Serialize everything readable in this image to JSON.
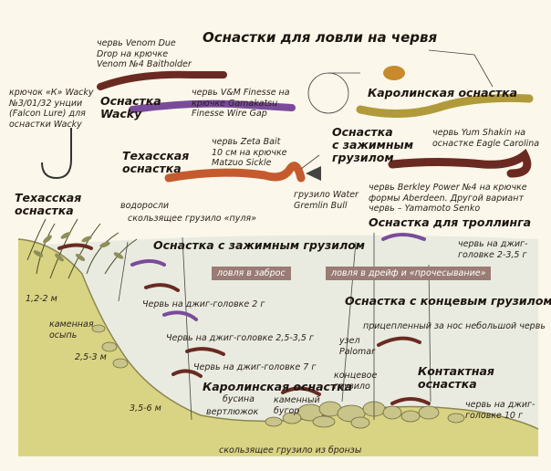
{
  "title": "Оснастки для ловли на червя",
  "rigs": {
    "wacky": "Оснастка\nWacky",
    "texas_top": "Техасская\nоснастка",
    "texas_left": "Техасская\nоснастка",
    "carolina_top": "Каролинская оснастка",
    "split_shot_top": "Оснастка\nс зажимным\nгрузилом",
    "trolling": "Оснастка для троллинга",
    "split_shot_mid": "Оснастка с зажимным грузилом",
    "drop_shot": "Оснастка с концевым грузилом",
    "contact": "Контактная\nоснастка",
    "carolina_bottom": "Каролинская оснастка"
  },
  "labels": {
    "venom": "червь Venom Due\nDrop на крючке\nVenom №4 Baitholder",
    "hook_wacky": "крючок «К» Wacky\n№3/01/32 унции\n(Falcon Lure) для\nоснастки Wacky",
    "vm_finesse": "червь V&M Finesse на\nкрючке Gamakatsu\nFinesse Wire Gap",
    "zeta_bait": "червь Zeta Bait\n10 см на крючке\nMatzuo Sickle",
    "yum_shakin": "червь Yum Shakin на\nоснастке Eagle Carolina",
    "berkley": "червь Berkley Power №4 на крючке\nформы Aberdeen. Другой вариант\nчервь – Yamamoto Senko",
    "water_gremlin": "грузило Water\nGremlin Bull",
    "weeds": "водоросли",
    "bullet_sinker": "скользящее грузило «пуля»",
    "jig_2_35": "червь на джиг-\nголовке 2-3,5 г",
    "jig_2": "Червь на джиг-головке 2 г",
    "jig_25_35": "Червь на джиг-головке 2,5-3,5 г",
    "jig_7": "Червь на джиг-головке 7 г",
    "nose_hooked": "прицепленный за нос небольшой червь",
    "palomar": "узел\nPalomar",
    "end_sinker": "концевое\nгрузило",
    "bead": "бусина",
    "swivel": "вертлюжок",
    "stone_bottom": "каменный\nбугор",
    "jig_10": "червь на джиг-\nголовке 10 г",
    "brass_sinker": "скользящее грузило из бронзы",
    "rocky_scree": "каменная\nосыпь"
  },
  "depths": [
    "1,2-2 м",
    "2,5-3 м",
    "3,5-6 м"
  ],
  "badges": {
    "casting": "ловля в заброс",
    "drift": "ловля в дрейф и «прочесывание»"
  },
  "colors": {
    "background": "#fbf7ea",
    "water": "#e9ebe0",
    "sand": "#d8d484",
    "badge": "#9a7b75",
    "worm_brown": "#6a2a22",
    "worm_purple": "#7a4b9a",
    "worm_olive": "#b09a3a",
    "worm_orange": "#c55a2e"
  }
}
